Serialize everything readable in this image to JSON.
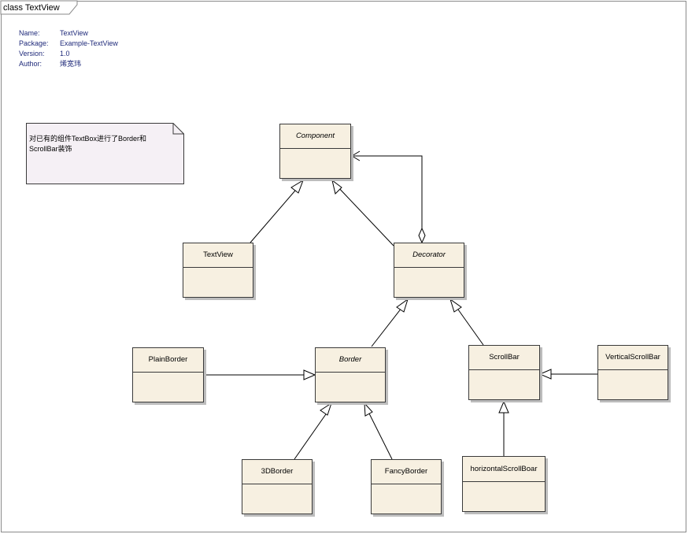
{
  "frame": {
    "title": "class TextView"
  },
  "meta": [
    {
      "key": "Name:",
      "value": "TextView"
    },
    {
      "key": "Package:",
      "value": "Example-TextView"
    },
    {
      "key": "Version:",
      "value": "1.0"
    },
    {
      "key": "Author:",
      "value": "烯宽玮"
    }
  ],
  "note": {
    "text": "对已有的组件TextBox进行了Border和ScrollBar装饰"
  },
  "classes": {
    "component": "Component",
    "textview": "TextView",
    "decorator": "Decorator",
    "plainborder": "PlainBorder",
    "border": "Border",
    "scrollbar": "ScrollBar",
    "verticalscrollbar": "VerticalScrollBar",
    "border3d": "3DBorder",
    "fancyborder": "FancyBorder",
    "horizontalscrollbar": "horizontalScrollBoar"
  },
  "colors": {
    "class_fill": "#f7f0e1",
    "note_fill": "#f5f0f5",
    "meta_text": "#1f2a7a"
  }
}
